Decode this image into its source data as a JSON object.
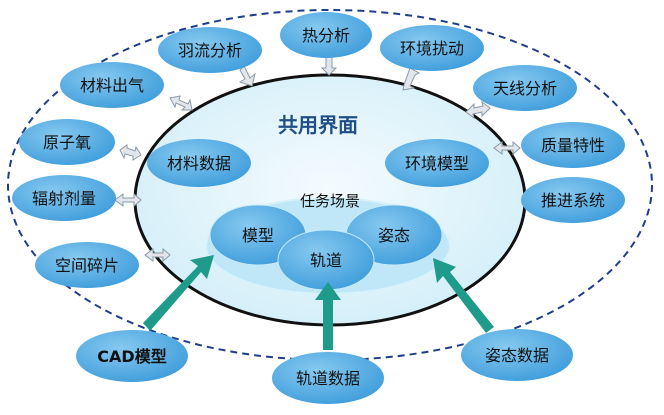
{
  "center": {
    "title": "共用界面"
  },
  "scene": {
    "label": "任务场景",
    "model": "模型",
    "orbit": "轨道",
    "attitude": "姿态"
  },
  "inner_modules": {
    "material_data": "材料数据",
    "environment_model": "环境模型"
  },
  "outer_modules": {
    "plume": "羽流分析",
    "thermal": "热分析",
    "env_disturbance": "环境扰动",
    "material_outgas": "材料出气",
    "antenna": "天线分析",
    "atomic_oxygen": "原子氧",
    "mass_props": "质量特性",
    "radiation_dose": "辐射剂量",
    "propulsion": "推进系统",
    "space_debris": "空间碎片"
  },
  "inputs": {
    "cad": "CAD模型",
    "orbit_data": "轨道数据",
    "attitude_data": "姿态数据"
  },
  "colors": {
    "pill_fill": "#5db1e6",
    "center_fill": "#dff3fa",
    "scene_fill": "#bfe7f7",
    "arrow": "#1e9b8a",
    "dashed_border": "#1f3d8a",
    "title": "#1f4f86"
  }
}
